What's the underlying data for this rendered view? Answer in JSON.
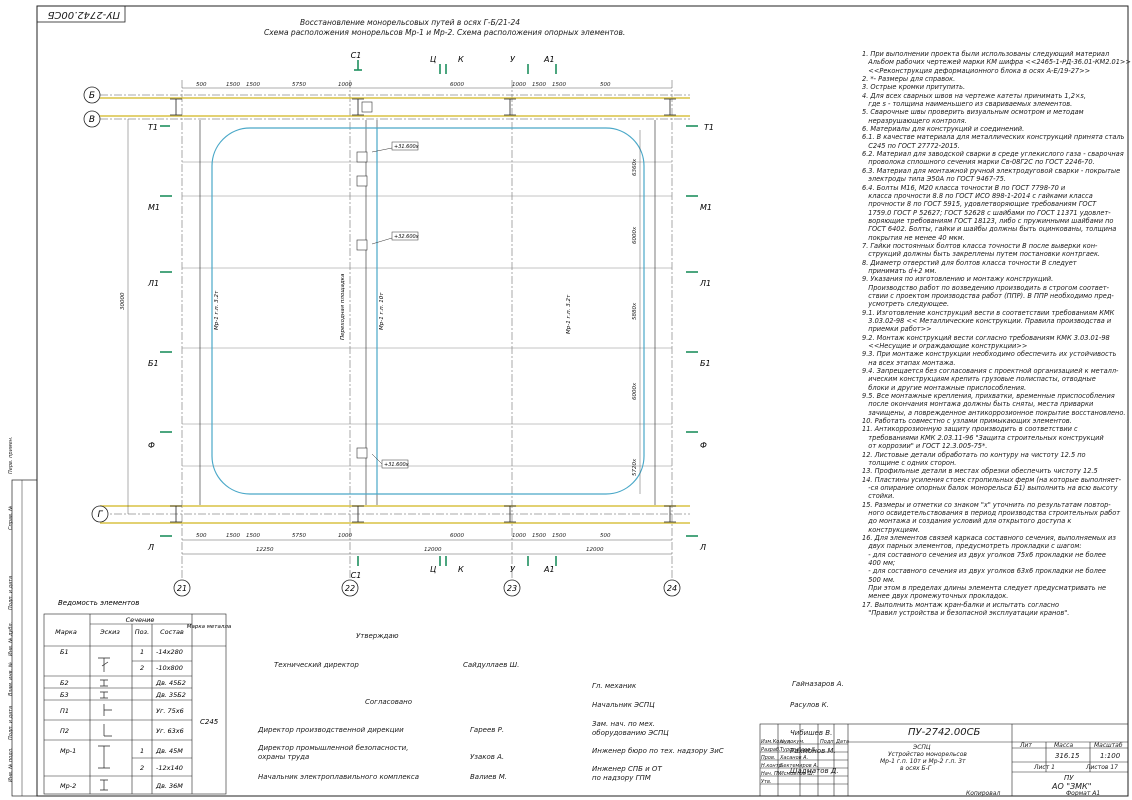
{
  "doc_code_top": "ПУ-2742.00СБ",
  "title_lines": [
    "Восстановление монорельсовых путей в осях Г-Б/21-24",
    "Схема расположения монорельсов Мр-1 и Мр-2. Схема расположения опорных элементов."
  ],
  "axes_letters": [
    "Б",
    "В",
    "Г"
  ],
  "axes_numbers": [
    "21",
    "22",
    "23",
    "24"
  ],
  "section_marks": [
    "С1",
    "Ц",
    "К",
    "У",
    "А1",
    "Т1",
    "М1",
    "Л1",
    "Б1",
    "Ф",
    "Л"
  ],
  "top_dims": [
    "500",
    "1500",
    "1500",
    "5750",
    "1000",
    "6000",
    "1000",
    "1500",
    "1500",
    "500"
  ],
  "bottom_dims": [
    "500",
    "1500",
    "1500",
    "5750",
    "1000",
    "6000",
    "1000",
    "1500",
    "1500",
    "500"
  ],
  "bottom_totals": [
    "12250",
    "12000",
    "12000"
  ],
  "left_total": "30000",
  "right_dims": [
    "6360х",
    "6000х",
    "5880х",
    "6000х",
    "5720х"
  ],
  "elevations": [
    "+31.600х",
    "+32.600х",
    "+31.600х"
  ],
  "plan_labels": {
    "mr1a": "Мр-1 г.п. 3.2т",
    "mr1b": "Мр-1 г.п. 10т",
    "mr1c": "Мр-1 г.п. 3.2т",
    "platform": "Переходная площадка"
  },
  "notes": [
    "1. При выполнении проекта были использованы следующий материал",
    "   Альбом рабочих чертежей марки КМ шифра <<2465-1-РД-36.01-КМ2.01>>",
    "   <<Реконструкция деформационного блока в осях А-Е/19-27>>",
    "2. *- Размеры для справок.",
    "3. Острые кромки притупить.",
    "4. Для всех сварных швов на чертеже катеты принимать 1,2×s,",
    "   где s - толщина наименьшего из свариваемых элементов.",
    "5. Сварочные швы проверить визуальным осмотром и методам",
    "   неразрушающего контроля.",
    "6. Материалы для конструкций и соединений.",
    "6.1. В качестве материала для металлических конструкций принята сталь",
    "   С245 по ГОСТ 27772-2015.",
    "6.2. Материал для заводской сварки в среде углекислого газа - сварочная",
    "   проволока сплошного сечения марки Св-08Г2С по ГОСТ 2246-70.",
    "6.3. Материал для монтажной ручной электродуговой сварки - покрытые",
    "   электроды типа Э50А по ГОСТ 9467-75.",
    "6.4. Болты М16, М20 класса точности В по ГОСТ 7798-70 и",
    "   класса прочности 8.8 по ГОСТ ИСО 898-1-2014 с гайками класса",
    "   прочности 8 по ГОСТ 5915, удовлетворяющие требованиям ГОСТ",
    "   1759.0 ГОСТ Р 52627; ГОСТ 52628 с шайбами по ГОСТ 11371 удовлет-",
    "   воряющие требованиям ГОСТ 18123, либо с пружинными шайбами по",
    "   ГОСТ 6402. Болты, гайки и шайбы должны быть оцинкованы, толщина",
    "   покрытия не менее 40 мкм.",
    "7. Гайки постоянных болтов класса точности В после выверки кон-",
    "   струкций должны быть закреплены путем постановки контргаек.",
    "8. Диаметр отверстий для болтов класса точности В следует",
    "   принимать d+2 мм.",
    "9. Указания по изготовлению и монтажу конструкций.",
    "   Производство работ по возведению производить в строгом соответ-",
    "   ствии с проектом производства работ (ППР). В ППР необходимо пред-",
    "   усмотреть следующее.",
    "9.1. Изготовление конструкций вести в соответствии требованиям КМК",
    "   3.03.02-98 << Металлические конструкции. Правила производства и",
    "   приемки работ>>",
    "9.2. Монтаж конструкций вести согласно требованиям КМК 3.03.01-98",
    "   <<Несущие и ограждающие конструкции>>",
    "9.3. При монтаже конструкции необходимо обеспечить их устойчивость",
    "   на всех этапах монтажа.",
    "9.4. Запрещается без согласования с проектной организацией к металл-",
    "   ическим конструкциям крепить грузовые полиспасты, отводные",
    "   блоки и другие монтажные приспособления.",
    "9.5. Все монтажные крепления, прихватки, временные приспособления",
    "   после окончания монтажа должны быть сняты, места приварки",
    "   зачищены, а поврежденное антикоррозионное покрытие восстановлено.",
    "10. Работать совместно с узлами примыкающих элементов.",
    "11. Антикоррозионную защиту производить в соответствии с",
    "   требованиями КМК 2.03.11-96 \"Защита строительных конструкций",
    "   от коррозии\" и ГОСТ 12.3.005-75*.",
    "12. Листовые детали обработать по контуру на чистоту 12.5 по",
    "   толщине с одних сторон.",
    "13. Профильные детали в местах обрезки обеспечить чистоту 12.5",
    "14. Пластины усиления стоек стропильных ферм (на которые выполняет-",
    "   -ся опирание опорных балок монорельса Б1) выполнить на всю высоту",
    "   стойки.",
    "15. Размеры и отметки со знаком \"х\" уточнить по результатам повтор-",
    "   ного освидетельствования в период производства строительных работ",
    "   до монтажа и создания условий для открытого доступа к",
    "   конструкциям.",
    "16. Для элементов связей каркаса составного сечения, выполняемых из",
    "   двух парных элементов, предусмотреть прокладки с шагом:",
    "   - для составного сечения из двух уголков 75х6 прокладки не более",
    "   400 мм;",
    "   - для составного сечения из двух уголков 63х6 прокладки не более",
    "   500 мм.",
    "   При этом в пределах длины элемента следует предусматривать не",
    "   менее двух промежуточных прокладок.",
    "17. Выполнить монтаж кран-балки и испытать согласно",
    "   \"Правил устройства и безопасной эксплуатации кранов\"."
  ],
  "bill": {
    "title": "Ведомость элементов",
    "headers": {
      "mark": "Марка",
      "section": "Сечение",
      "sketch": "Эскиз",
      "pos": "Поз.",
      "comp": "Состав",
      "steel": "Марка металла"
    },
    "rows": [
      {
        "mark": "Б1",
        "pos": "1",
        "comp": "-14х280"
      },
      {
        "mark": "",
        "pos": "2",
        "comp": "-10х800"
      },
      {
        "mark": "Б2",
        "pos": "",
        "comp": "Дв. 45Б2"
      },
      {
        "mark": "Б3",
        "pos": "",
        "comp": "Дв. 35Б2"
      },
      {
        "mark": "П1",
        "pos": "",
        "comp": "Уг. 75х6"
      },
      {
        "mark": "П2",
        "pos": "",
        "comp": "Уг. 63х6"
      },
      {
        "mark": "Мр-1",
        "pos": "1",
        "comp": "Дв. 45М"
      },
      {
        "mark": "",
        "pos": "2",
        "comp": "-12х140"
      },
      {
        "mark": "Мр-2",
        "pos": "",
        "comp": "Дв. 36М"
      }
    ],
    "steel": "С245"
  },
  "approval": {
    "approve": "Утверждаю",
    "tech_dir": "Технический директор",
    "tech_dir_name": "Сайдуллаев Ш.",
    "agreed": "Согласовано",
    "prod_dir": "Директор производственной дирекции",
    "prod_dir_name": "Гареев Р.",
    "safety_dir": "Директор промышленной безопасности,",
    "safety_dir2": "охраны труда",
    "safety_dir_name": "Узаков А.",
    "complex_head": "Начальник электроплавильного комплекса",
    "complex_head_name": "Валиев М.",
    "mech": "Гл. механик",
    "mech_name": "Гайназаров А.",
    "espc": "Начальник ЭСПЦ",
    "espc_name": "Расулов К.",
    "deputy": "Зам. нач. по мех.",
    "deputy2": "оборудованию ЭСПЦ",
    "deputy_name": "Чибишев В.",
    "eng_zis": "Инженер бюро по тех. надзору ЗиС",
    "eng_zis_name": "Рахмонов М.",
    "eng_spb": "Инженер СПБ и ОТ",
    "eng_spb2": "по надзору ГПМ",
    "eng_spb_name": "Шадматов Д."
  },
  "stamp": {
    "code": "ПУ-2742.00СБ",
    "dept": "ЭСПЦ",
    "desc1": "Устройство монорельсов",
    "desc2": "Мр-1 г.п. 10т и Мр-2 г.п. 3т",
    "desc3": "в осях Б-Г",
    "lit": "Лит",
    "mass_h": "Масса",
    "scale_h": "Масштаб",
    "mass": "316.15",
    "scale": "1:100",
    "sheet": "Лист 1",
    "sheets": "Листов 17",
    "org1": "ПУ",
    "org2": "АО \"ЗМК\"",
    "copied": "Копировал",
    "format": "Формат А1",
    "roles": [
      "Изм.Кол.уч.",
      "Разраб.",
      "Пров.",
      "Н.контр.",
      "Нач. ПУ",
      "Утв."
    ],
    "names": [
      "№ докум.",
      "Турсунбоев Б.",
      "Хасанов А.",
      "Бектемиров А.",
      "Исмоилов Ш.",
      ""
    ],
    "cols": [
      "Подп.",
      "Дата"
    ]
  },
  "left_strip": [
    "Перв. примен.",
    "Справ. №",
    "Подп. и дата",
    "Инв. № дубл.",
    "Взам. инв. №",
    "Подп. и дата",
    "Инв. № подл."
  ]
}
